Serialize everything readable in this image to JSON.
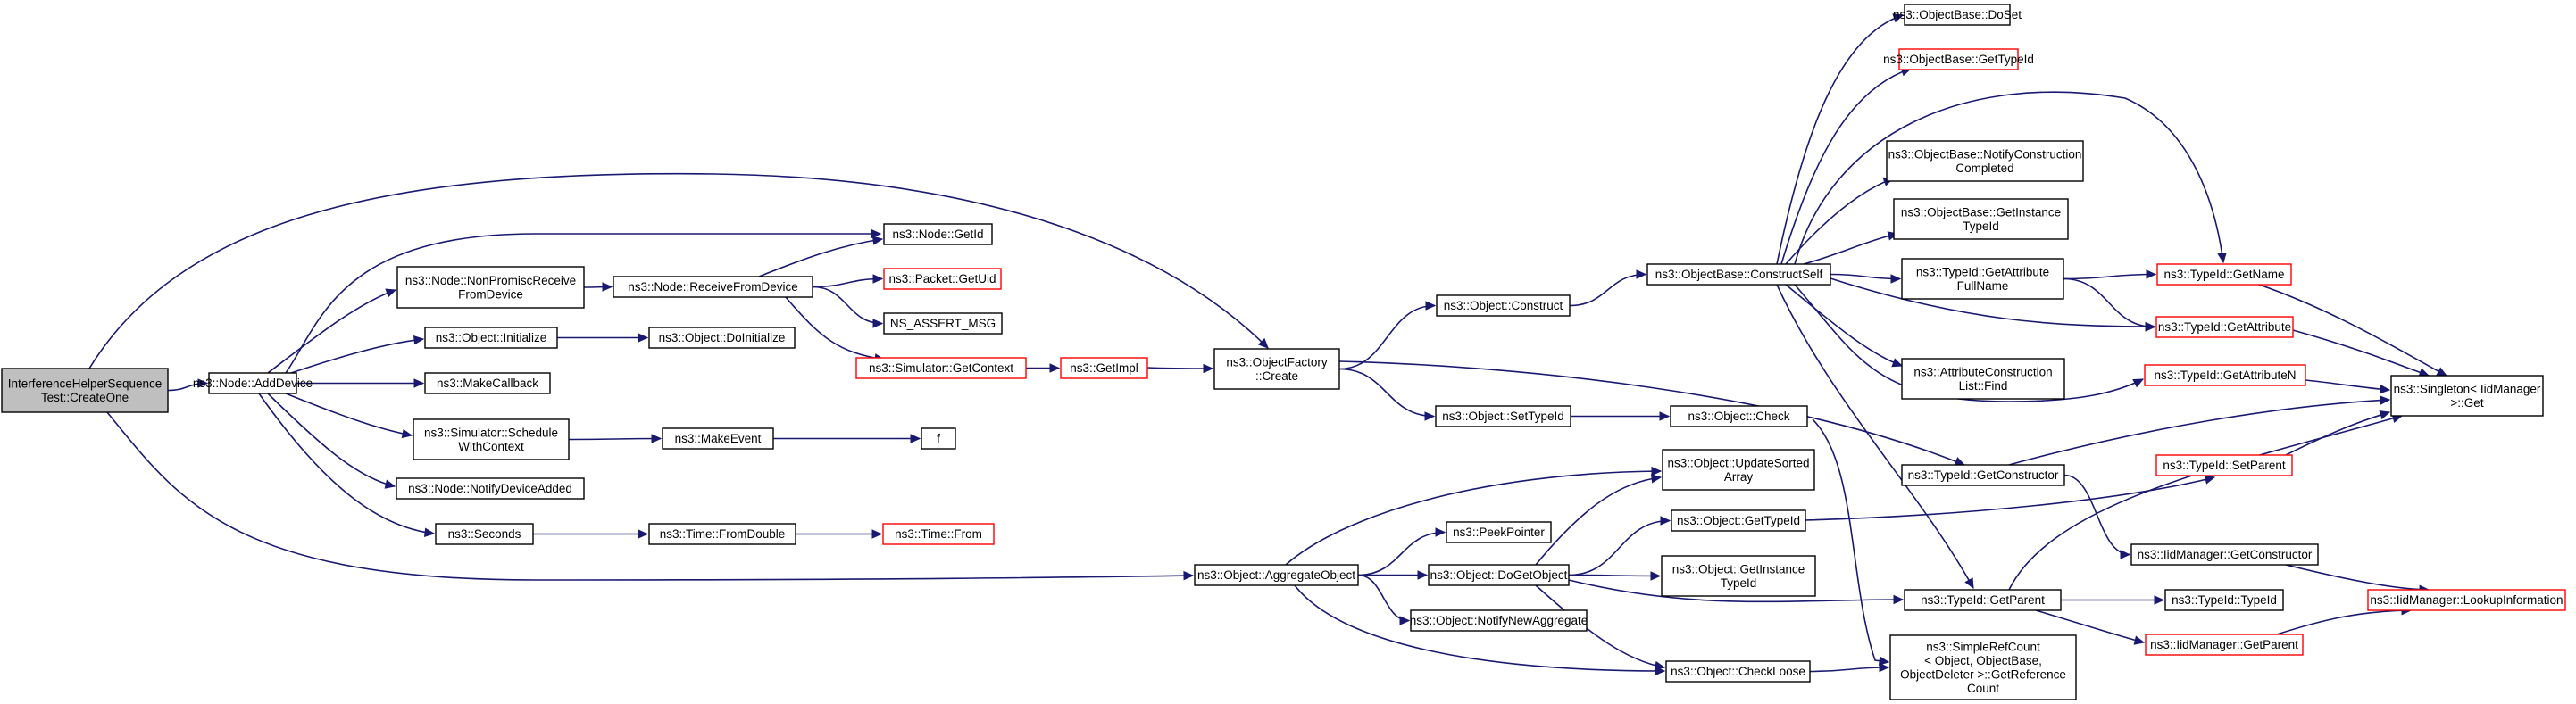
{
  "diagram": {
    "colors": {
      "edge": "#191970",
      "node_border": "#000000",
      "truncated_border": "#ff0000",
      "root_fill": "#bfbfbf",
      "node_fill": "#ffffff"
    },
    "nodes": [
      {
        "id": "root",
        "lines": [
          "InterferenceHelperSequence",
          "Test::CreateOne"
        ],
        "style": "root"
      },
      {
        "id": "node_adddevice",
        "lines": [
          "ns3::Node::AddDevice"
        ],
        "style": "normal"
      },
      {
        "id": "node_nonpromisc",
        "lines": [
          "ns3::Node::NonPromiscReceive",
          "FromDevice"
        ],
        "style": "normal"
      },
      {
        "id": "node_receivefromdevice",
        "lines": [
          "ns3::Node::ReceiveFromDevice"
        ],
        "style": "normal"
      },
      {
        "id": "node_getid",
        "lines": [
          "ns3::Node::GetId"
        ],
        "style": "normal"
      },
      {
        "id": "packet_getuid",
        "lines": [
          "ns3::Packet::GetUid"
        ],
        "style": "red"
      },
      {
        "id": "ns_assert_msg",
        "lines": [
          "NS_ASSERT_MSG"
        ],
        "style": "normal"
      },
      {
        "id": "sim_getcontext",
        "lines": [
          "ns3::Simulator::GetContext"
        ],
        "style": "red"
      },
      {
        "id": "getimpl",
        "lines": [
          "ns3::GetImpl"
        ],
        "style": "red"
      },
      {
        "id": "object_initialize",
        "lines": [
          "ns3::Object::Initialize"
        ],
        "style": "normal"
      },
      {
        "id": "object_doinitialize",
        "lines": [
          "ns3::Object::DoInitialize"
        ],
        "style": "normal"
      },
      {
        "id": "makecallback",
        "lines": [
          "ns3::MakeCallback"
        ],
        "style": "normal"
      },
      {
        "id": "sim_schedulewithcontext",
        "lines": [
          "ns3::Simulator::Schedule",
          "WithContext"
        ],
        "style": "normal"
      },
      {
        "id": "makeevent",
        "lines": [
          "ns3::MakeEvent"
        ],
        "style": "normal"
      },
      {
        "id": "f",
        "lines": [
          "f"
        ],
        "style": "normal"
      },
      {
        "id": "node_notifydeviceadded",
        "lines": [
          "ns3::Node::NotifyDeviceAdded"
        ],
        "style": "normal"
      },
      {
        "id": "seconds",
        "lines": [
          "ns3::Seconds"
        ],
        "style": "normal"
      },
      {
        "id": "time_fromdouble",
        "lines": [
          "ns3::Time::FromDouble"
        ],
        "style": "normal"
      },
      {
        "id": "time_from",
        "lines": [
          "ns3::Time::From"
        ],
        "style": "red"
      },
      {
        "id": "objectfactory_create",
        "lines": [
          "ns3::ObjectFactory",
          "::Create"
        ],
        "style": "normal"
      },
      {
        "id": "object_construct",
        "lines": [
          "ns3::Object::Construct"
        ],
        "style": "normal"
      },
      {
        "id": "object_settypeid",
        "lines": [
          "ns3::Object::SetTypeId"
        ],
        "style": "normal"
      },
      {
        "id": "object_check",
        "lines": [
          "ns3::Object::Check"
        ],
        "style": "normal"
      },
      {
        "id": "objectbase_constructself",
        "lines": [
          "ns3::ObjectBase::ConstructSelf"
        ],
        "style": "normal"
      },
      {
        "id": "objectbase_doset",
        "lines": [
          "ns3::ObjectBase::DoSet"
        ],
        "style": "normal"
      },
      {
        "id": "objectbase_gettypeid",
        "lines": [
          "ns3::ObjectBase::GetTypeId"
        ],
        "style": "red"
      },
      {
        "id": "objectbase_notifyconstructioncompleted",
        "lines": [
          "ns3::ObjectBase::NotifyConstruction",
          "Completed"
        ],
        "style": "normal"
      },
      {
        "id": "objectbase_getinstancetypeid",
        "lines": [
          "ns3::ObjectBase::GetInstance",
          "TypeId"
        ],
        "style": "normal"
      },
      {
        "id": "typeid_getattributefullname",
        "lines": [
          "ns3::TypeId::GetAttribute",
          "FullName"
        ],
        "style": "normal"
      },
      {
        "id": "typeid_getname",
        "lines": [
          "ns3::TypeId::GetName"
        ],
        "style": "red"
      },
      {
        "id": "typeid_getattribute",
        "lines": [
          "ns3::TypeId::GetAttribute"
        ],
        "style": "red"
      },
      {
        "id": "attributeconstructionlist_find",
        "lines": [
          "ns3::AttributeConstruction",
          "List::Find"
        ],
        "style": "normal"
      },
      {
        "id": "typeid_getattributen",
        "lines": [
          "ns3::TypeId::GetAttributeN"
        ],
        "style": "red"
      },
      {
        "id": "singleton_get",
        "lines": [
          "ns3::Singleton< IidManager",
          ">::Get"
        ],
        "style": "normal"
      },
      {
        "id": "typeid_getconstructor",
        "lines": [
          "ns3::TypeId::GetConstructor"
        ],
        "style": "normal"
      },
      {
        "id": "typeid_setparent",
        "lines": [
          "ns3::TypeId::SetParent"
        ],
        "style": "red"
      },
      {
        "id": "iidmanager_getconstructor",
        "lines": [
          "ns3::IidManager::GetConstructor"
        ],
        "style": "normal"
      },
      {
        "id": "iidmanager_lookupinformation",
        "lines": [
          "ns3::IidManager::LookupInformation"
        ],
        "style": "red"
      },
      {
        "id": "object_aggregateobject",
        "lines": [
          "ns3::Object::AggregateObject"
        ],
        "style": "normal"
      },
      {
        "id": "peekpointer",
        "lines": [
          "ns3::PeekPointer"
        ],
        "style": "normal"
      },
      {
        "id": "object_dogetobject",
        "lines": [
          "ns3::Object::DoGetObject"
        ],
        "style": "normal"
      },
      {
        "id": "object_notifynewaggregate",
        "lines": [
          "ns3::Object::NotifyNewAggregate"
        ],
        "style": "normal"
      },
      {
        "id": "object_updatesortedarray",
        "lines": [
          "ns3::Object::UpdateSorted",
          "Array"
        ],
        "style": "normal"
      },
      {
        "id": "object_gettypeid",
        "lines": [
          "ns3::Object::GetTypeId"
        ],
        "style": "normal"
      },
      {
        "id": "object_getinstancetypeid",
        "lines": [
          "ns3::Object::GetInstance",
          "TypeId"
        ],
        "style": "normal"
      },
      {
        "id": "object_checkloose",
        "lines": [
          "ns3::Object::CheckLoose"
        ],
        "style": "normal"
      },
      {
        "id": "typeid_getparent",
        "lines": [
          "ns3::TypeId::GetParent"
        ],
        "style": "normal"
      },
      {
        "id": "typeid_typeid",
        "lines": [
          "ns3::TypeId::TypeId"
        ],
        "style": "normal"
      },
      {
        "id": "iidmanager_getparent",
        "lines": [
          "ns3::IidManager::GetParent"
        ],
        "style": "red"
      },
      {
        "id": "simplerefcount_getreferencecount",
        "lines": [
          "ns3::SimpleRefCount",
          "< Object, ObjectBase,",
          "ObjectDeleter >::GetReference",
          "Count"
        ],
        "style": "normal"
      }
    ],
    "edges": [
      [
        "root",
        "node_adddevice"
      ],
      [
        "root",
        "objectfactory_create"
      ],
      [
        "root",
        "object_aggregateobject"
      ],
      [
        "node_adddevice",
        "node_getid"
      ],
      [
        "node_adddevice",
        "node_nonpromisc"
      ],
      [
        "node_adddevice",
        "object_initialize"
      ],
      [
        "node_adddevice",
        "makecallback"
      ],
      [
        "node_adddevice",
        "sim_schedulewithcontext"
      ],
      [
        "node_adddevice",
        "node_notifydeviceadded"
      ],
      [
        "node_adddevice",
        "seconds"
      ],
      [
        "node_nonpromisc",
        "node_receivefromdevice"
      ],
      [
        "node_receivefromdevice",
        "node_getid"
      ],
      [
        "node_receivefromdevice",
        "packet_getuid"
      ],
      [
        "node_receivefromdevice",
        "ns_assert_msg"
      ],
      [
        "node_receivefromdevice",
        "sim_getcontext"
      ],
      [
        "sim_getcontext",
        "getimpl"
      ],
      [
        "getimpl",
        "objectfactory_create"
      ],
      [
        "object_initialize",
        "object_doinitialize"
      ],
      [
        "sim_schedulewithcontext",
        "makeevent"
      ],
      [
        "makeevent",
        "f"
      ],
      [
        "seconds",
        "time_fromdouble"
      ],
      [
        "time_fromdouble",
        "time_from"
      ],
      [
        "objectfactory_create",
        "object_construct"
      ],
      [
        "objectfactory_create",
        "object_settypeid"
      ],
      [
        "objectfactory_create",
        "typeid_getconstructor"
      ],
      [
        "object_construct",
        "objectbase_constructself"
      ],
      [
        "object_settypeid",
        "object_check"
      ],
      [
        "object_check",
        "simplerefcount_getreferencecount"
      ],
      [
        "objectbase_constructself",
        "objectbase_doset"
      ],
      [
        "objectbase_constructself",
        "objectbase_gettypeid"
      ],
      [
        "objectbase_constructself",
        "objectbase_notifyconstructioncompleted"
      ],
      [
        "objectbase_constructself",
        "objectbase_getinstancetypeid"
      ],
      [
        "objectbase_constructself",
        "typeid_getname"
      ],
      [
        "objectbase_constructself",
        "typeid_getattributefullname"
      ],
      [
        "objectbase_constructself",
        "typeid_getattribute"
      ],
      [
        "objectbase_constructself",
        "attributeconstructionlist_find"
      ],
      [
        "objectbase_constructself",
        "typeid_getattributen"
      ],
      [
        "objectbase_constructself",
        "typeid_getparent"
      ],
      [
        "typeid_getattributefullname",
        "typeid_getname"
      ],
      [
        "typeid_getattributefullname",
        "typeid_getattribute"
      ],
      [
        "typeid_getname",
        "singleton_get"
      ],
      [
        "typeid_getattribute",
        "singleton_get"
      ],
      [
        "typeid_getattributen",
        "singleton_get"
      ],
      [
        "typeid_getconstructor",
        "singleton_get"
      ],
      [
        "typeid_getconstructor",
        "iidmanager_getconstructor"
      ],
      [
        "typeid_setparent",
        "singleton_get"
      ],
      [
        "iidmanager_getconstructor",
        "iidmanager_lookupinformation"
      ],
      [
        "object_aggregateobject",
        "object_updatesortedarray"
      ],
      [
        "object_aggregateobject",
        "peekpointer"
      ],
      [
        "object_aggregateobject",
        "object_dogetobject"
      ],
      [
        "object_aggregateobject",
        "object_notifynewaggregate"
      ],
      [
        "object_aggregateobject",
        "object_checkloose"
      ],
      [
        "object_dogetobject",
        "object_updatesortedarray"
      ],
      [
        "object_dogetobject",
        "object_gettypeid"
      ],
      [
        "object_dogetobject",
        "object_getinstancetypeid"
      ],
      [
        "object_dogetobject",
        "object_checkloose"
      ],
      [
        "object_dogetobject",
        "typeid_getparent"
      ],
      [
        "object_gettypeid",
        "typeid_setparent"
      ],
      [
        "object_checkloose",
        "simplerefcount_getreferencecount"
      ],
      [
        "typeid_getparent",
        "singleton_get"
      ],
      [
        "typeid_getparent",
        "typeid_typeid"
      ],
      [
        "typeid_getparent",
        "iidmanager_getparent"
      ],
      [
        "iidmanager_getparent",
        "iidmanager_lookupinformation"
      ]
    ]
  }
}
